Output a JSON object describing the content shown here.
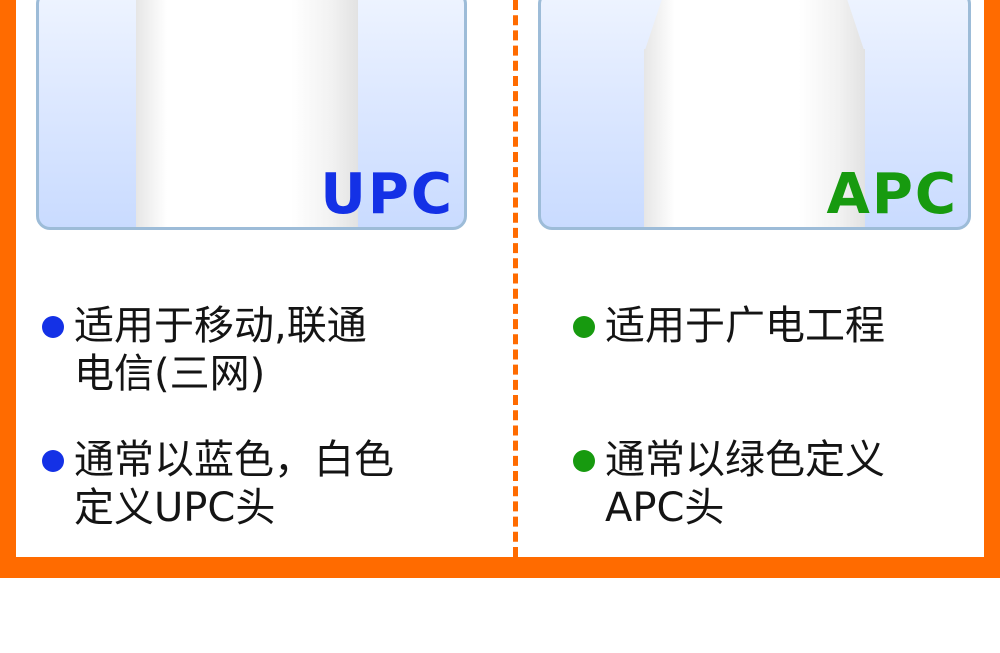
{
  "colors": {
    "frame": "#ff6b00",
    "upc_blue": "#1431e6",
    "apc_green": "#179a0f",
    "panel_border": "#9dbcd8",
    "text": "#141414"
  },
  "left": {
    "label": "UPC",
    "bullets": [
      {
        "line1": "适用于移动,联通",
        "line2": "电信(三网)"
      },
      {
        "line1": "通常以蓝色，白色",
        "line2": "定义UPC头"
      }
    ]
  },
  "right": {
    "label": "APC",
    "bullets": [
      {
        "line1": "适用于广电工程",
        "line2": ""
      },
      {
        "line1": "通常以绿色定义",
        "line2": "APC头"
      }
    ]
  }
}
